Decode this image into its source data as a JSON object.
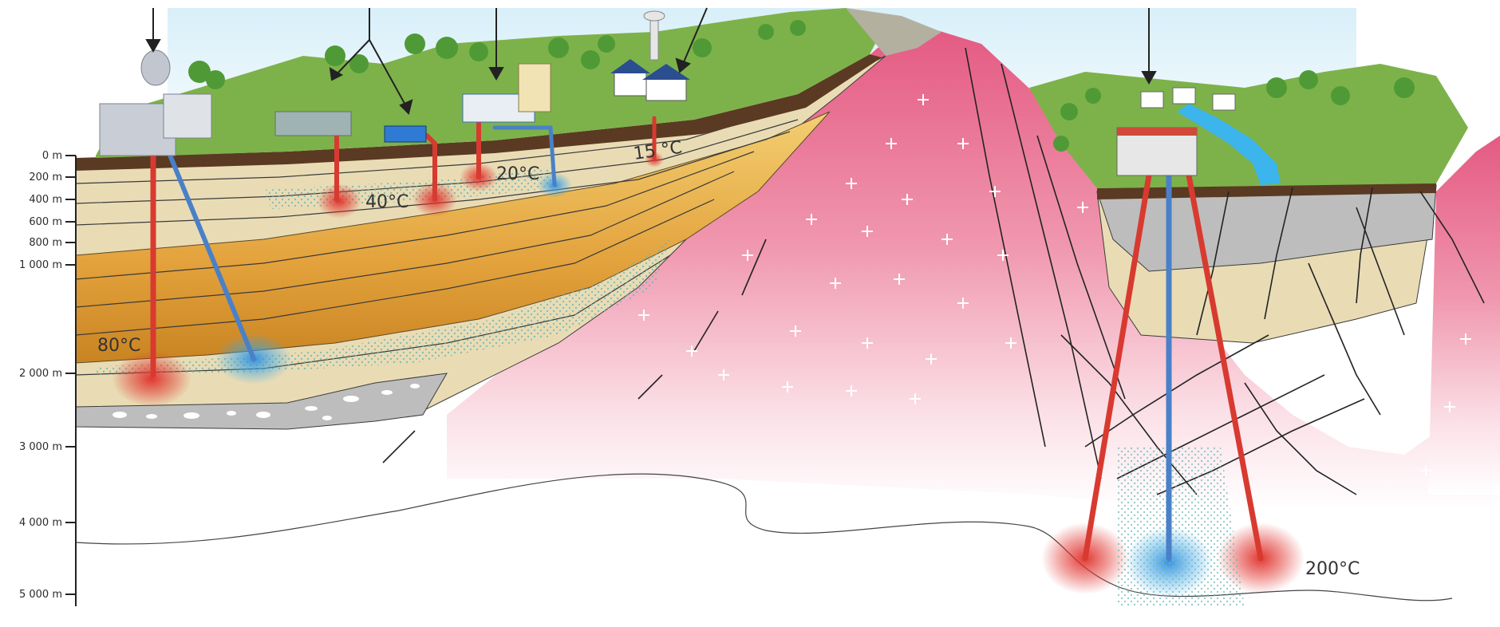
{
  "depth_scale": {
    "ticks": [
      {
        "label": "0 m",
        "depth": 0
      },
      {
        "label": "200 m",
        "depth": 200
      },
      {
        "label": "400 m",
        "depth": 400
      },
      {
        "label": "600 m",
        "depth": 600
      },
      {
        "label": "800 m",
        "depth": 800
      },
      {
        "label": "1 000 m",
        "depth": 1000
      },
      {
        "label": "2 000 m",
        "depth": 2000
      },
      {
        "label": "3 000 m",
        "depth": 3000
      },
      {
        "label": "4 000 m",
        "depth": 4000
      },
      {
        "label": "5 000 m",
        "depth": 5000
      }
    ]
  },
  "temperatures": {
    "t15": "15 °C",
    "t20": "20°C",
    "t40": "40°C",
    "t80": "80°C",
    "t200": "200°C"
  },
  "colors": {
    "hot": "#e0302a",
    "cold": "#3a8fd8",
    "granite": "#e9728f",
    "sediment": "#e9dcb5",
    "aquifer": "#e3a23c",
    "soil": "#5a3a22",
    "grass": "#7db24a",
    "sky": "#e4f4fb"
  },
  "icons": {
    "arrow": "down-arrow-icon",
    "well_hot": "hot-well-icon",
    "well_cold": "cold-well-icon"
  }
}
